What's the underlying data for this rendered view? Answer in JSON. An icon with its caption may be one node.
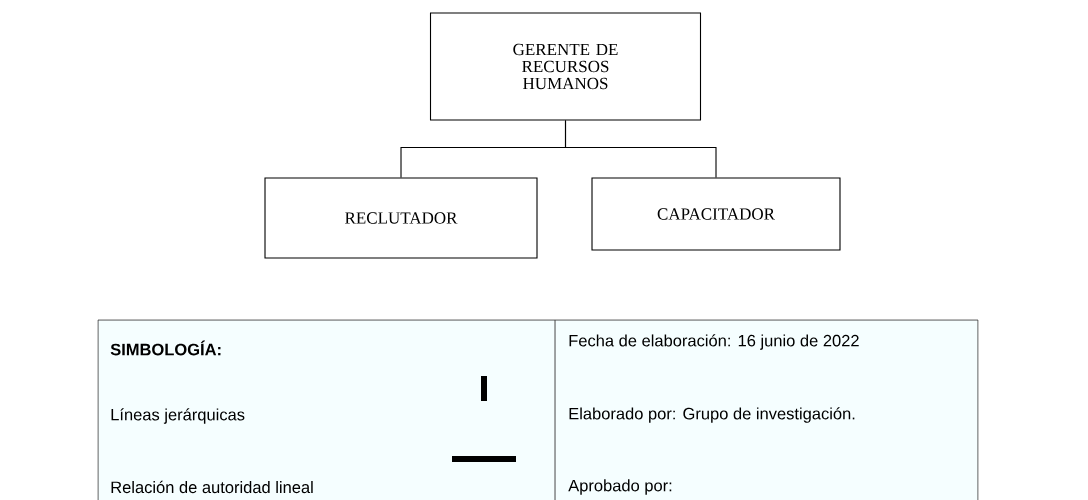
{
  "diagram": {
    "nodes": [
      {
        "text": [
          "GERENTE DE RECURSOS HUMANOS"
        ]
      },
      {
        "text": [
          "RECLUTADOR"
        ]
      },
      {
        "text": [
          "CAPACITADOR"
        ]
      }
    ],
    "edges": [
      {
        "from": 0,
        "to": 1,
        "arrow": "none"
      },
      {
        "from": 0,
        "to": 2,
        "arrow": "none"
      }
    ],
    "labels": [
      "SIMBOLOGÍA:",
      "Fecha de elaboración: 16 junio de 2022",
      "Elaborado por: Grupo de investigación.",
      "Aprobado por:"
    ],
    "legend": [
      {
        "text": "Líneas jerárquicas"
      },
      {
        "text": "Relación de autoridad lineal"
      }
    ]
  }
}
